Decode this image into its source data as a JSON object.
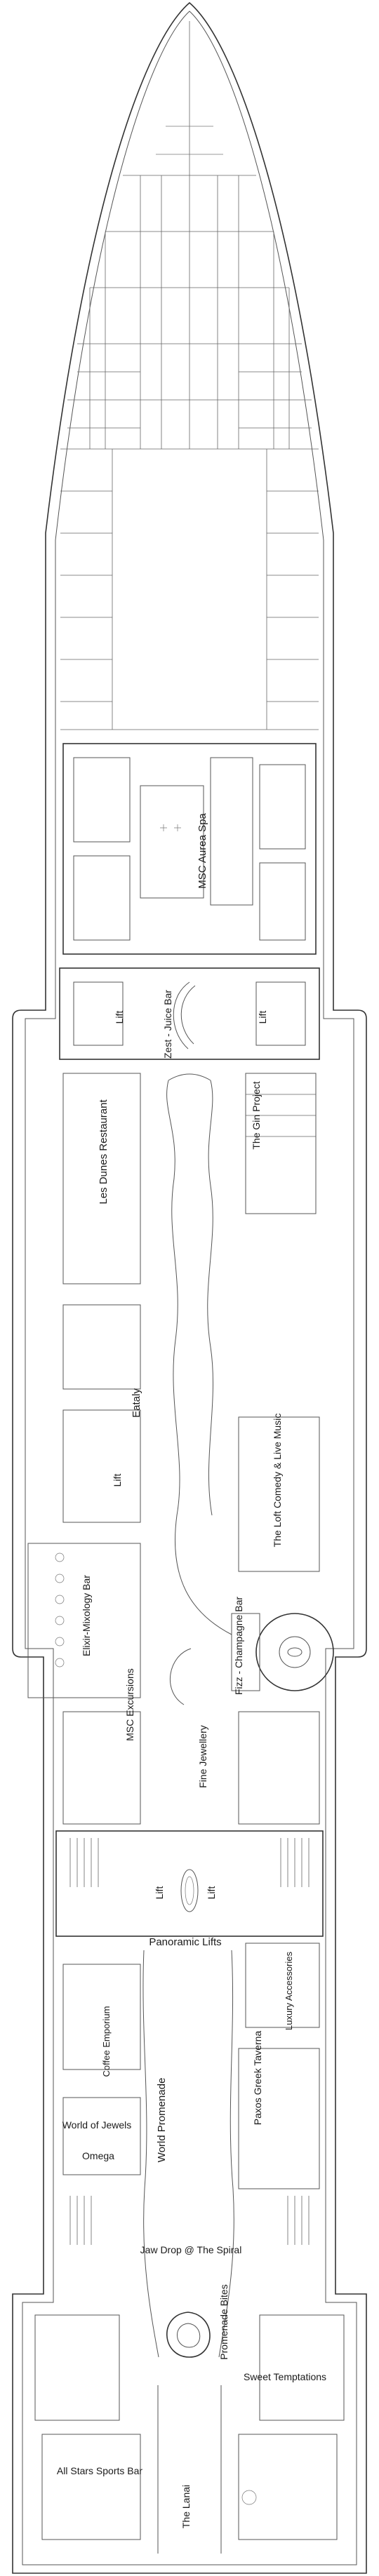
{
  "deck_plan": {
    "areas": [
      {
        "id": "aurea-spa",
        "label": "MSC Aurea Spa"
      },
      {
        "id": "lift-fwd-left",
        "label": "Lift"
      },
      {
        "id": "zest-juice-bar",
        "label": "Zest - Juice Bar"
      },
      {
        "id": "lift-fwd-right",
        "label": "Lift"
      },
      {
        "id": "les-dunes-restaurant",
        "label": "Les Dunes Restaurant"
      },
      {
        "id": "the-gin-project",
        "label": "The Gin Project"
      },
      {
        "id": "eataly",
        "label": "Eataly"
      },
      {
        "id": "lift-mid-left",
        "label": "Lift"
      },
      {
        "id": "the-loft",
        "label": "The Loft Comedy & Live Music"
      },
      {
        "id": "elixir-mixology-bar",
        "label": "Elixir-Mixology Bar"
      },
      {
        "id": "fizz-champagne-bar",
        "label": "Fizz - Champagne Bar"
      },
      {
        "id": "msc-excursions",
        "label": "MSC Excursions"
      },
      {
        "id": "fine-jewellery",
        "label": "Fine Jewellery"
      },
      {
        "id": "lift-aft-left",
        "label": "Lift"
      },
      {
        "id": "lift-aft-right",
        "label": "Lift"
      },
      {
        "id": "panoramic-lifts",
        "label": "Panoramic Lifts"
      },
      {
        "id": "luxury-accessories",
        "label": "Luxury Accessories"
      },
      {
        "id": "coffee-emporium",
        "label": "Coffee Emporium"
      },
      {
        "id": "paxos-greek-taverna",
        "label": "Paxos Greek Taverna"
      },
      {
        "id": "world-promenade",
        "label": "World Promenade"
      },
      {
        "id": "world-of-jewels",
        "label": "World of Jewels"
      },
      {
        "id": "omega",
        "label": "Omega"
      },
      {
        "id": "jaw-drop",
        "label": "Jaw Drop @ The Spiral"
      },
      {
        "id": "promenade-bites",
        "label": "Promenade Bites"
      },
      {
        "id": "sweet-temptations",
        "label": "Sweet Temptations"
      },
      {
        "id": "all-stars-sports-bar",
        "label": "All Stars Sports Bar"
      },
      {
        "id": "the-lanai",
        "label": "The Lanai"
      }
    ]
  }
}
